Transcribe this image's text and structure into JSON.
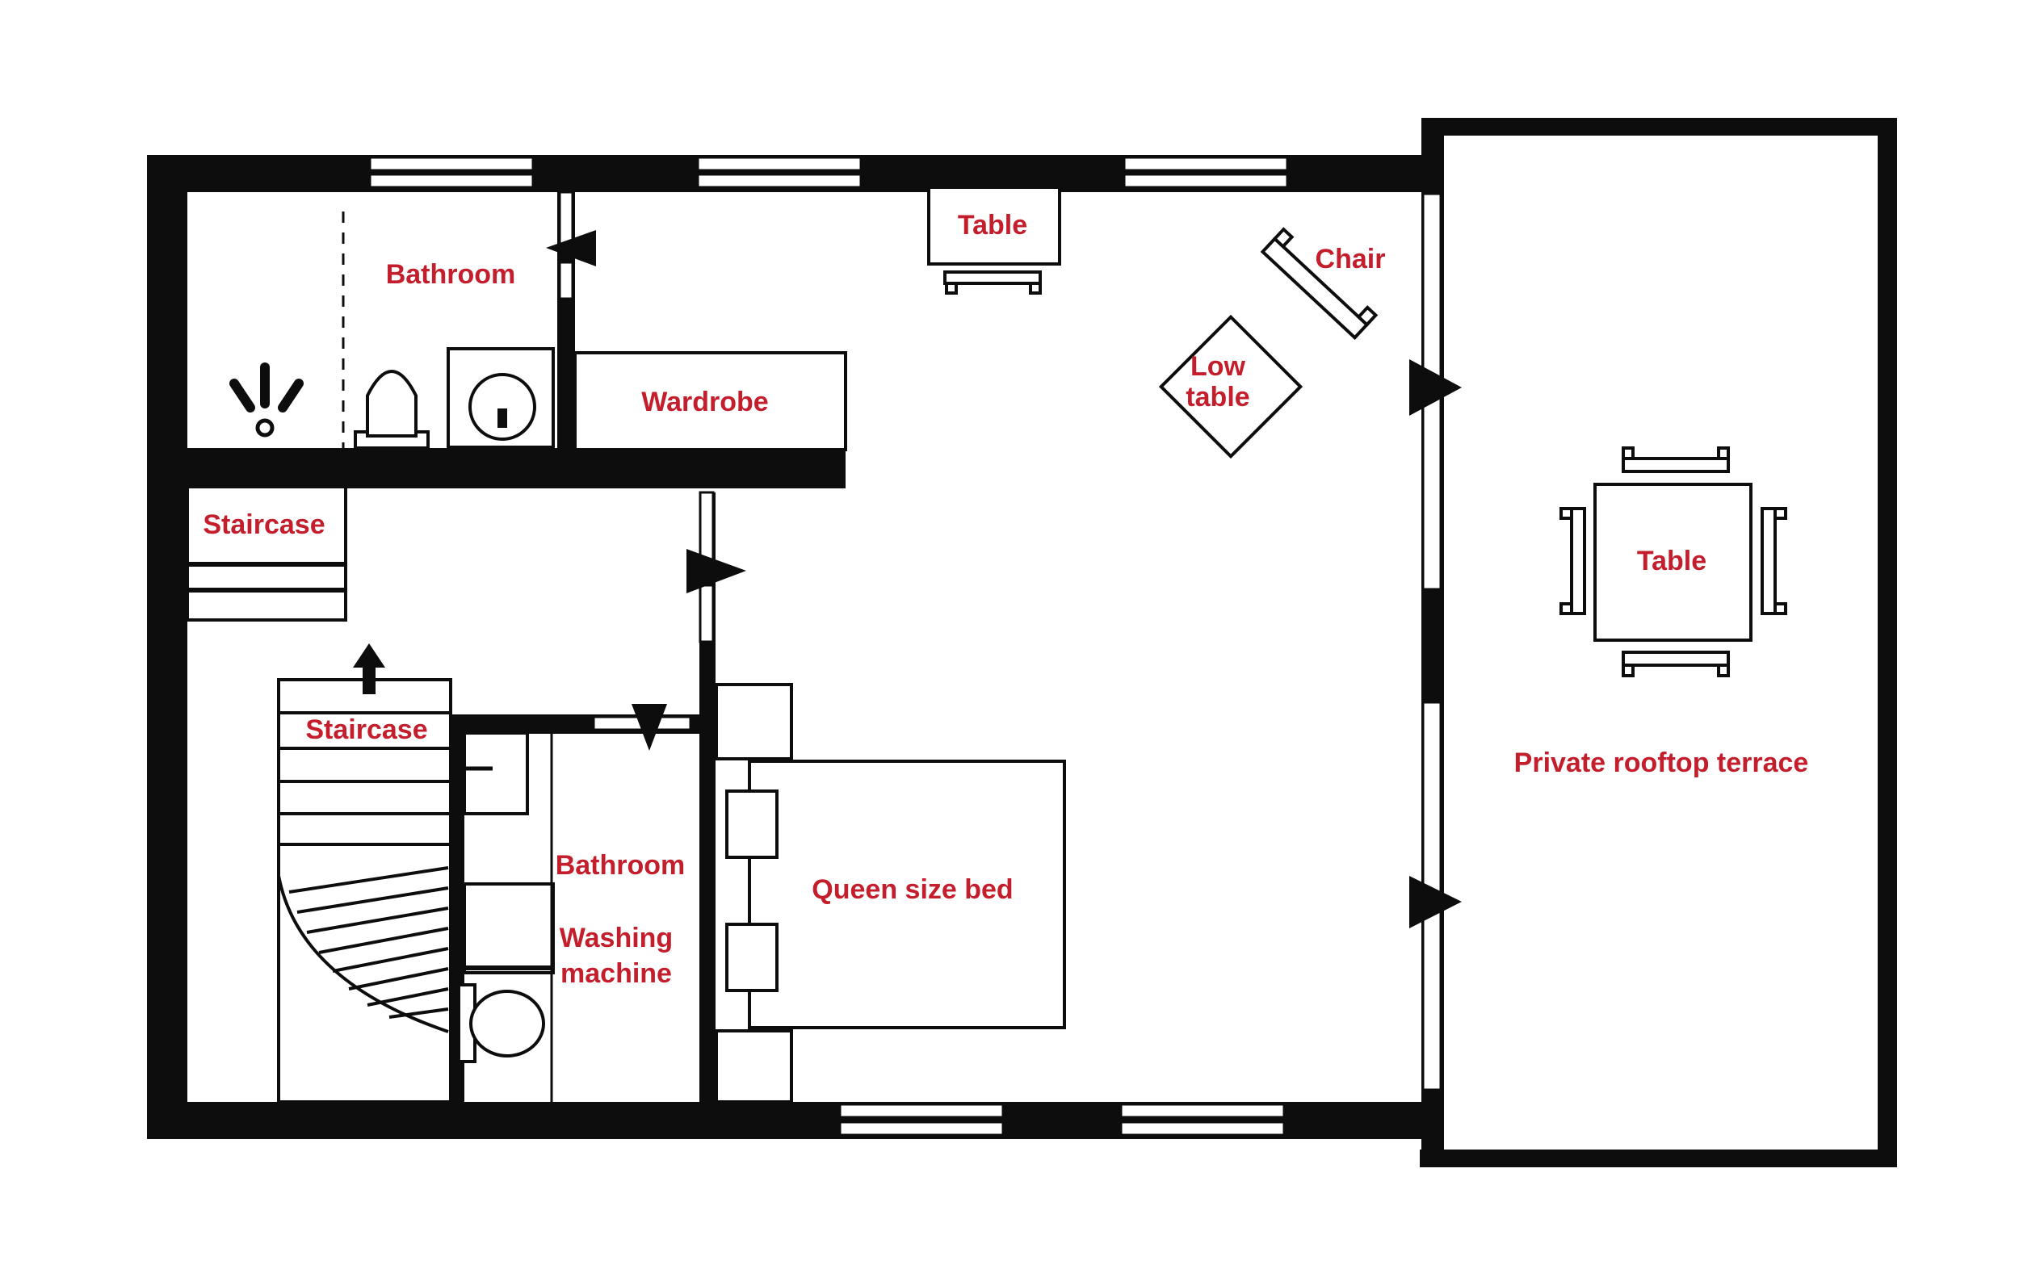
{
  "colors": {
    "label": "#c41e2c",
    "wall": "#0d0d0d",
    "floor": "#ffffff"
  },
  "labels": {
    "bathroom_top": "Bathroom",
    "wardrobe": "Wardrobe",
    "table_top": "Table",
    "chair": "Chair",
    "low_table_line1": "Low",
    "low_table_line2": "table",
    "staircase_upper": "Staircase",
    "staircase_lower": "Staircase",
    "bathroom_lower": "Bathroom",
    "washing_line1": "Washing",
    "washing_line2": "machine",
    "queen_bed": "Queen size bed",
    "table_terrace": "Table",
    "terrace": "Private rooftop terrace"
  },
  "icons": {
    "door": "door-swing-icon",
    "toilet": "toilet-icon",
    "sink": "sink-icon",
    "shower": "shower-icon",
    "stairs_arrow": "arrow-up-icon"
  }
}
